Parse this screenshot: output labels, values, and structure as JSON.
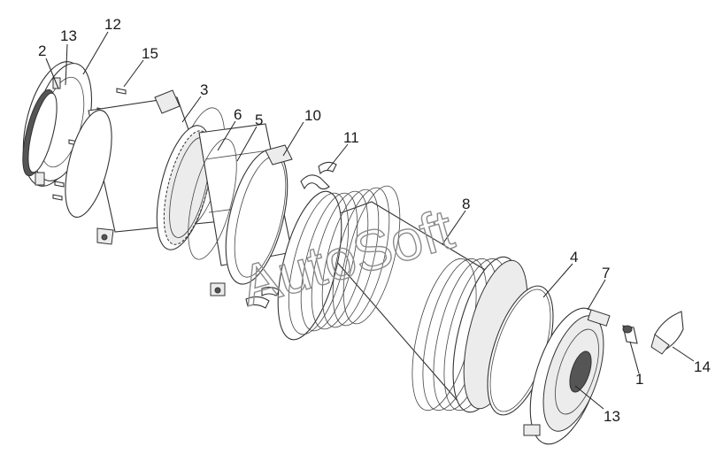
{
  "diagram": {
    "watermark": "AutoSoft",
    "callouts": [
      {
        "id": "c2",
        "text": "2"
      },
      {
        "id": "c13a",
        "text": "13"
      },
      {
        "id": "c12",
        "text": "12"
      },
      {
        "id": "c15",
        "text": "15"
      },
      {
        "id": "c3",
        "text": "3"
      },
      {
        "id": "c6",
        "text": "6"
      },
      {
        "id": "c5",
        "text": "5"
      },
      {
        "id": "c10",
        "text": "10"
      },
      {
        "id": "c11",
        "text": "11"
      },
      {
        "id": "c8",
        "text": "8"
      },
      {
        "id": "c4",
        "text": "4"
      },
      {
        "id": "c7",
        "text": "7"
      },
      {
        "id": "c1",
        "text": "1"
      },
      {
        "id": "c14",
        "text": "14"
      },
      {
        "id": "c13b",
        "text": "13"
      }
    ]
  }
}
